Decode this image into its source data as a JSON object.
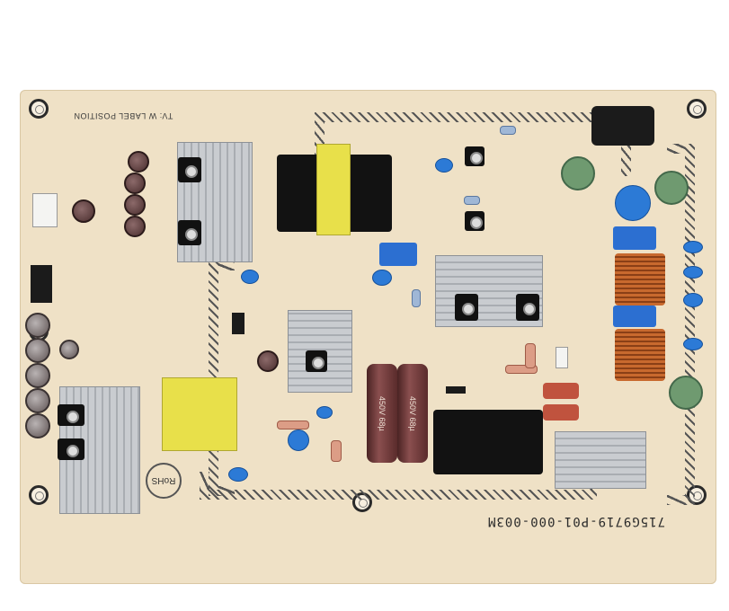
{
  "silkscreen": {
    "label_position": "TV: W LABEL POSITION",
    "part_number": "715G9719-P01-000-003M",
    "rohs": "RoHS"
  },
  "capacitors": {
    "big_cap_1": "450V 68µ",
    "big_cap_2": "450V 68µ"
  },
  "colors": {
    "board": "#efe1c6",
    "silk": "#3a3a3a",
    "heatsink": "#c9ccd0",
    "transformer": "#e8e04a"
  }
}
